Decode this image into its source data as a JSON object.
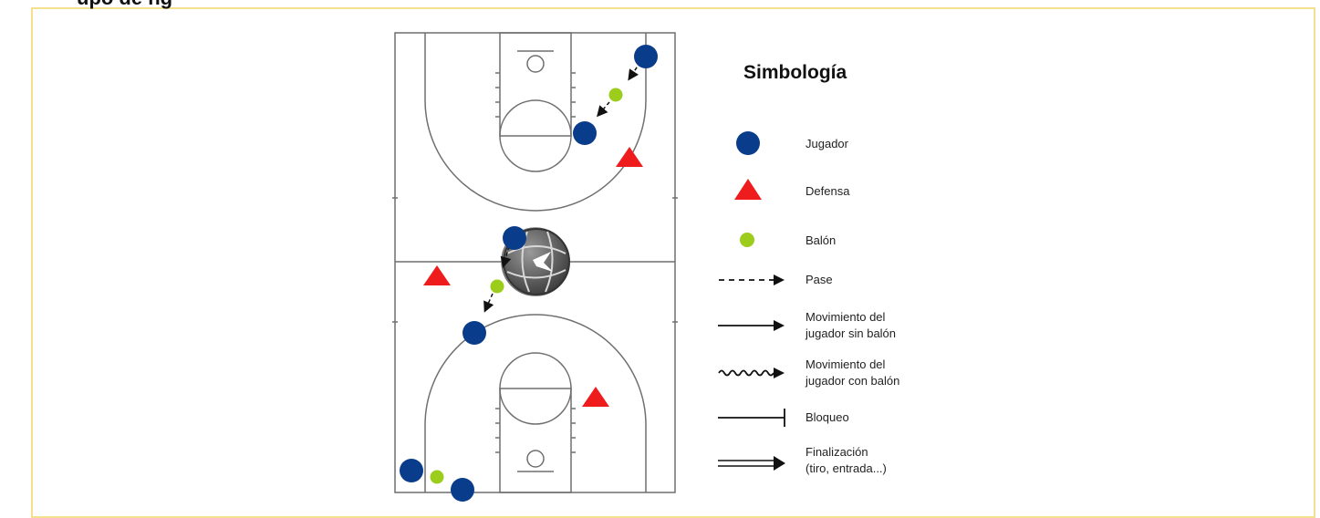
{
  "header": {
    "title": "upo de ng"
  },
  "legend": {
    "title": "Simbología",
    "items": [
      {
        "key": "player",
        "lines": [
          "Jugador"
        ]
      },
      {
        "key": "defense",
        "lines": [
          "Defensa"
        ]
      },
      {
        "key": "ball",
        "lines": [
          "Balón"
        ]
      },
      {
        "key": "pass",
        "lines": [
          "Pase"
        ]
      },
      {
        "key": "move-without-ball",
        "lines": [
          "Movimiento del",
          "jugador sin balón"
        ]
      },
      {
        "key": "move-with-ball",
        "lines": [
          "Movimiento del",
          "jugador con balón"
        ]
      },
      {
        "key": "screen",
        "lines": [
          "Bloqueo"
        ]
      },
      {
        "key": "finish",
        "lines": [
          "Finalización",
          "(tiro, entrada...)"
        ]
      }
    ]
  },
  "colors": {
    "player": "#0a3c8c",
    "defense": "#ee1c1c",
    "ball": "#9ccc1c",
    "court_line": "#6f6f6f",
    "frame_border": "#f3df8e"
  }
}
